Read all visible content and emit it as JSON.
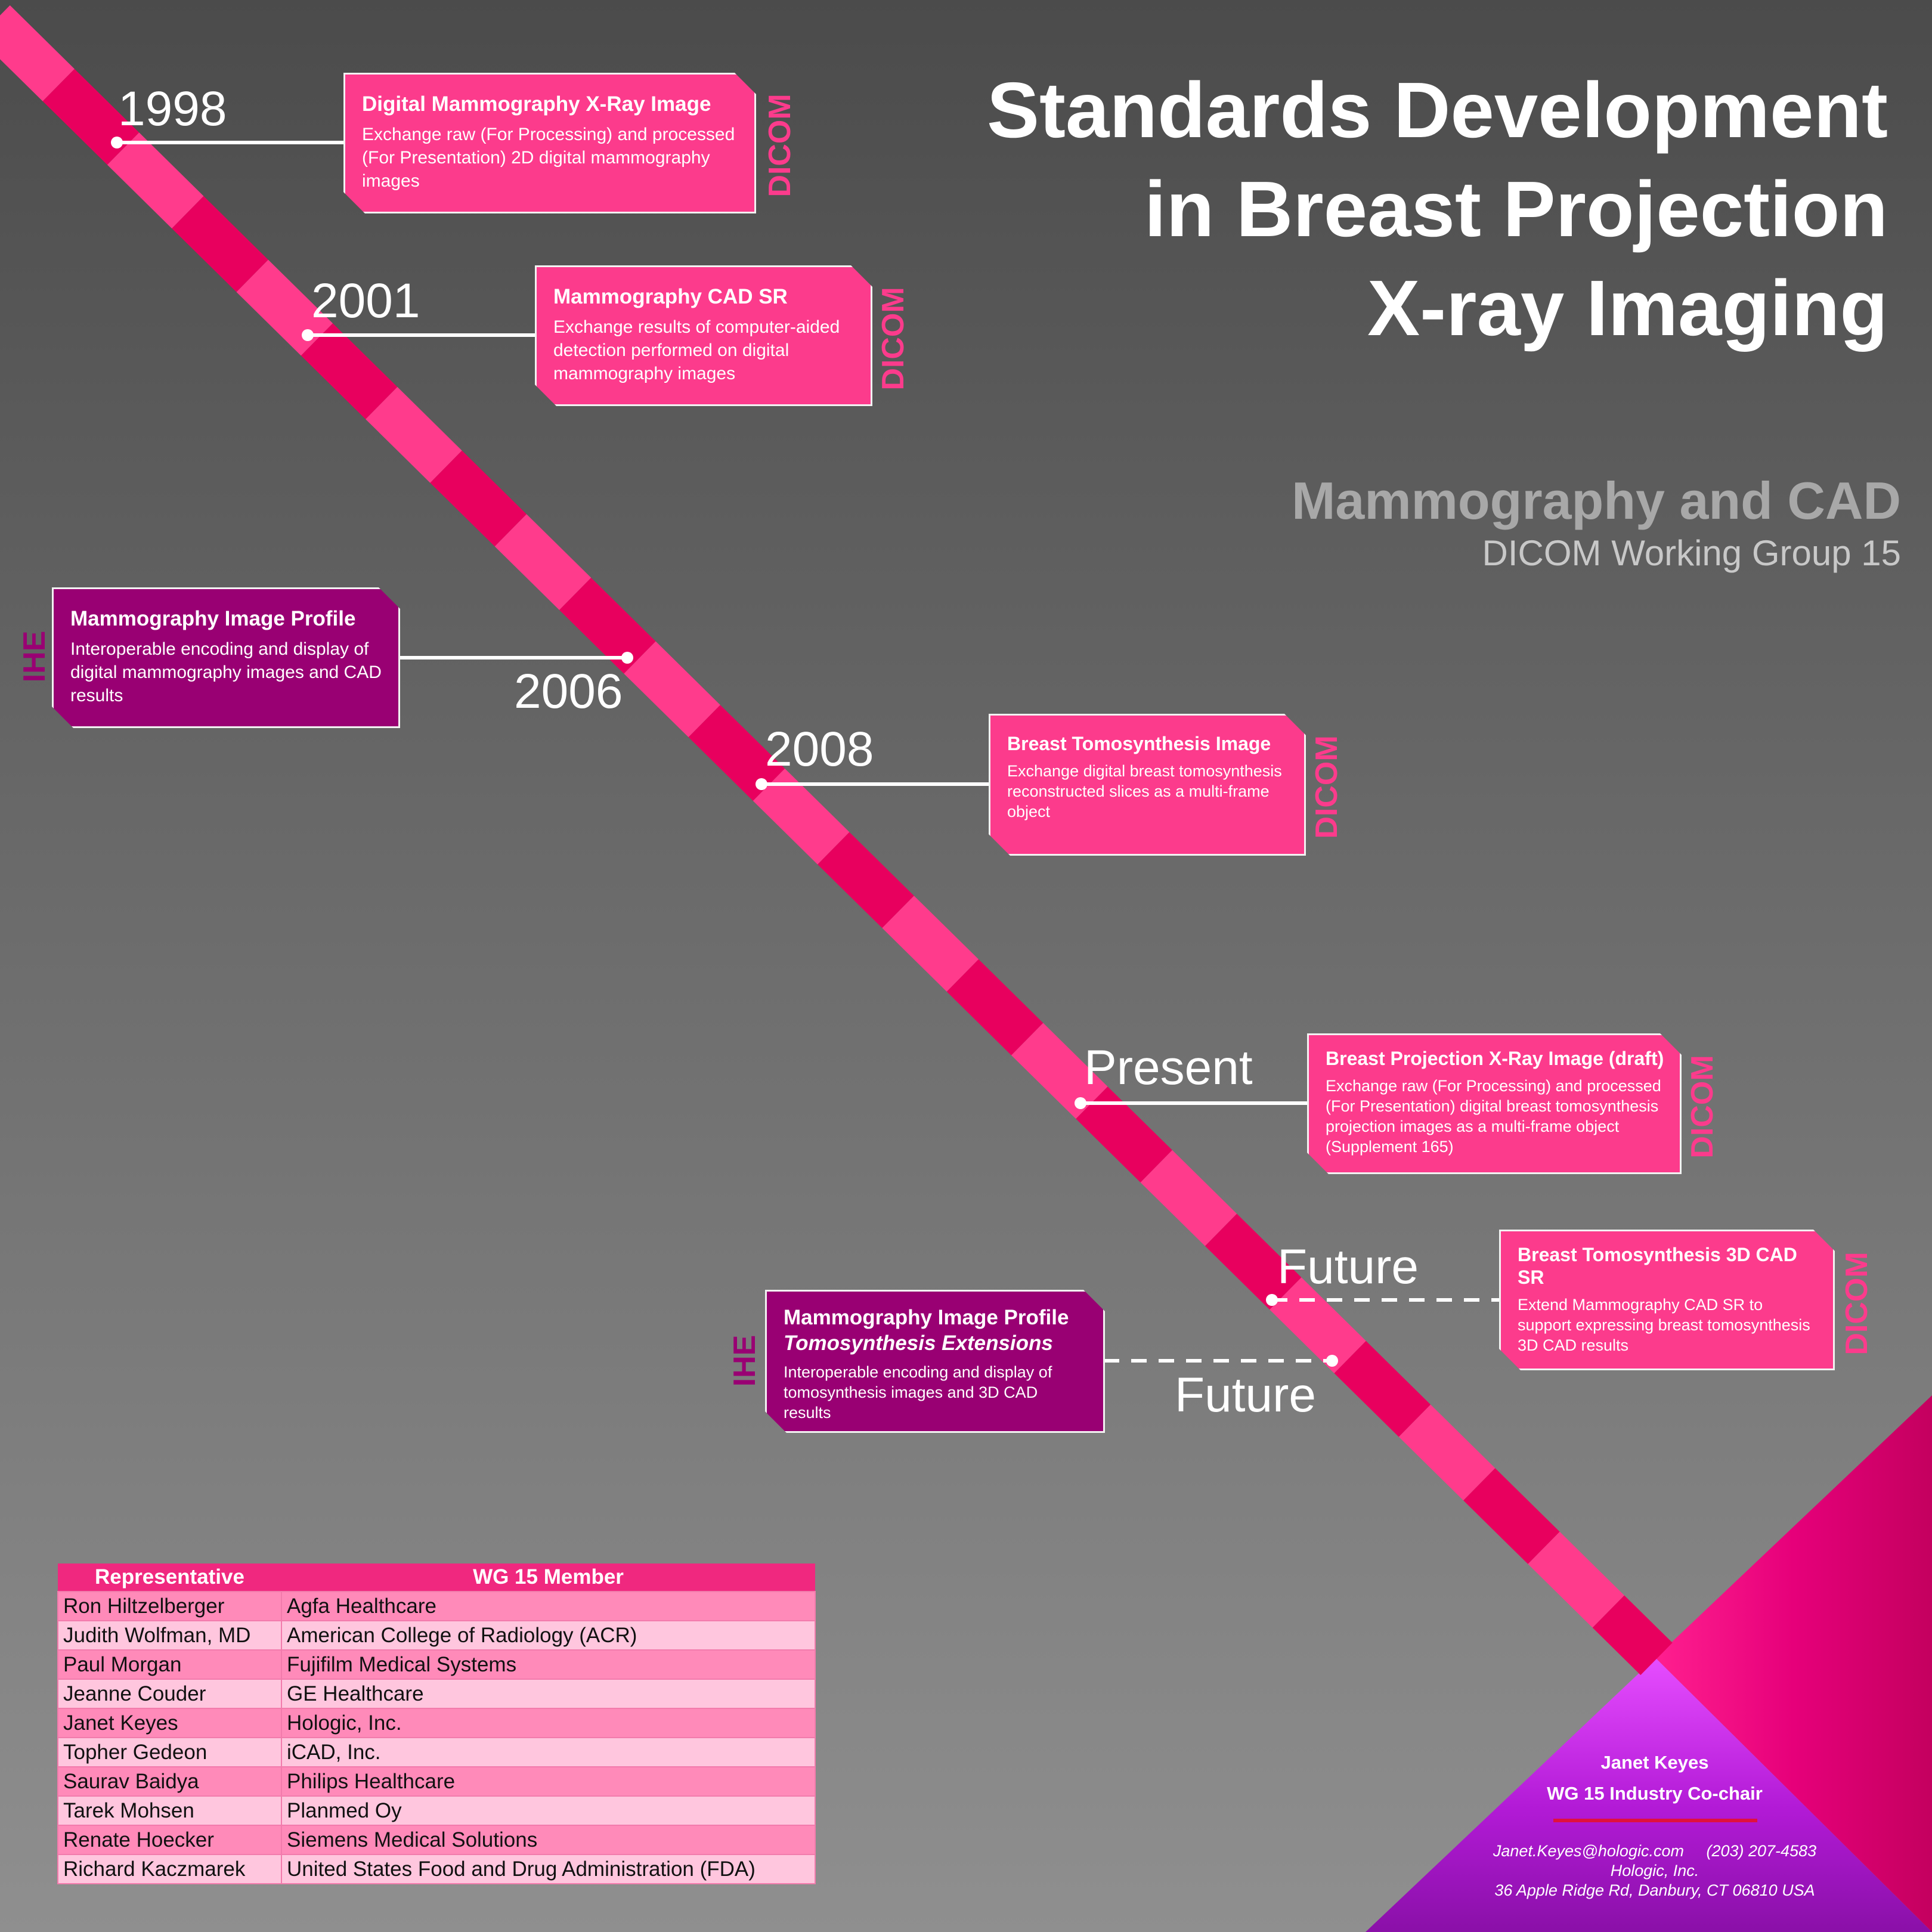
{
  "title": {
    "line1": "Standards Development",
    "line2": "in Breast Projection",
    "line3": "X-ray Imaging"
  },
  "subtitle": "Mammography and CAD",
  "subtitle2": "DICOM Working Group 15",
  "colors": {
    "dicom_pink": "#fc3b8c",
    "ihe_purple": "#990073",
    "timeline_light": "#ff3b8c",
    "timeline_dark": "#e8005e",
    "table_header": "#f0287f",
    "contact_purple": "#b21ad6"
  },
  "milestones": [
    {
      "year": "1998",
      "tag": "DICOM",
      "title": "Digital Mammography X-Ray Image",
      "desc": "Exchange raw (For Processing) and processed (For Presentation) 2D digital mammography images"
    },
    {
      "year": "2001",
      "tag": "DICOM",
      "title": "Mammography CAD SR",
      "desc": "Exchange results of computer-aided detection performed on digital mammography images"
    },
    {
      "year": "2006",
      "tag": "IHE",
      "title": "Mammography Image Profile",
      "desc": "Interoperable encoding and display of digital mammography images and CAD results"
    },
    {
      "year": "2008",
      "tag": "DICOM",
      "title": "Breast Tomosynthesis Image",
      "desc": "Exchange digital breast tomosynthesis reconstructed slices as a multi-frame object"
    },
    {
      "year": "Present",
      "tag": "DICOM",
      "title": "Breast Projection X-Ray Image (draft)",
      "desc": "Exchange raw (For Processing) and processed (For Presentation) digital breast tomosynthesis projection images as a multi-frame object (Supplement 165)"
    },
    {
      "year": "Future",
      "tag": "DICOM",
      "title": "Breast Tomosynthesis 3D CAD SR",
      "desc": "Extend Mammography CAD SR to support expressing breast tomosynthesis 3D CAD results"
    },
    {
      "year": "Future",
      "tag": "IHE",
      "title": "Mammography Image Profile",
      "subtitle": "Tomosynthesis Extensions",
      "desc": "Interoperable encoding and display of tomosynthesis images and 3D CAD results"
    }
  ],
  "members": {
    "headers": [
      "Representative",
      "WG 15 Member"
    ],
    "rows": [
      [
        "Ron Hiltzelberger",
        "Agfa Healthcare"
      ],
      [
        "Judith Wolfman, MD",
        "American College of Radiology (ACR)"
      ],
      [
        "Paul Morgan",
        "Fujifilm Medical Systems"
      ],
      [
        "Jeanne Couder",
        "GE Healthcare"
      ],
      [
        "Janet Keyes",
        "Hologic, Inc."
      ],
      [
        "Topher Gedeon",
        "iCAD, Inc."
      ],
      [
        "Saurav Baidya",
        "Philips Healthcare"
      ],
      [
        "Tarek Mohsen",
        "Planmed Oy"
      ],
      [
        "Renate Hoecker",
        "Siemens Medical Solutions"
      ],
      [
        "Richard Kaczmarek",
        "United States Food and Drug Administration (FDA)"
      ]
    ]
  },
  "contact": {
    "name": "Janet Keyes",
    "role": "WG 15 Industry Co-chair",
    "email_phone": "Janet.Keyes@hologic.com     (203) 207-4583",
    "company": "Hologic, Inc.",
    "address": "36 Apple Ridge Rd, Danbury, CT  06810 USA"
  }
}
